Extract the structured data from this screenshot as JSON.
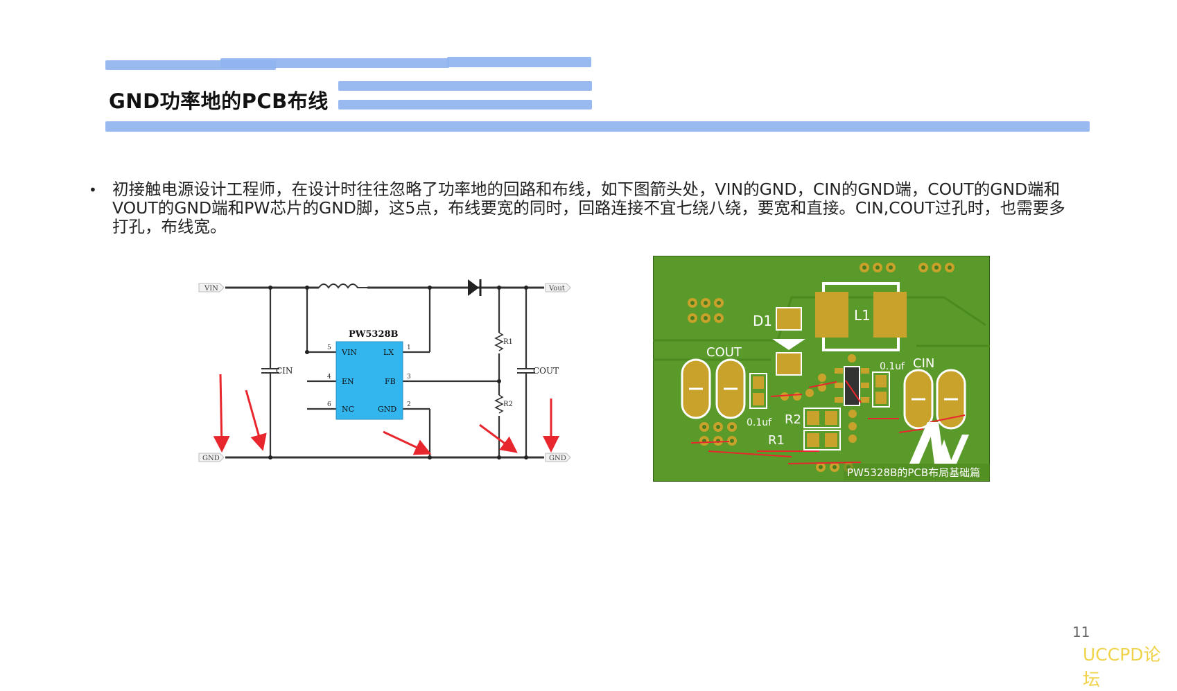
{
  "slide": {
    "title": "GND功率地的PCB布线",
    "paragraph": "初接触电源设计工程师，在设计时往往忽略了功率地的回路和布线，如下图箭头处，VIN的GND，CIN的GND端，COUT的GND端和VOUT的GND端和PW芯片的GND脚，这5点，布线要宽的同时，回路连接不宜七绕八绕，要宽和直接。CIN,COUT过孔时，也需要多打孔，布线宽。",
    "page_number": "11",
    "watermark": "UCCPD论坛",
    "accent_color": "#8fb4f0"
  },
  "schematic": {
    "vin_label": "VIN",
    "vout_label": "Vout",
    "gnd_left_label": "GND",
    "gnd_right_label": "GND",
    "chip_name": "PW5328B",
    "chip_color": "#33b5ee",
    "pins": {
      "p1": "1",
      "p2": "2",
      "p3": "3",
      "p4": "4",
      "p5": "5",
      "p6": "6",
      "vin": "VIN",
      "lx": "LX",
      "en": "EN",
      "fb": "FB",
      "nc": "NC",
      "gnd": "GND"
    },
    "cin_label": "CIN",
    "cout_label": "COUT",
    "r1_label": "R1",
    "r2_label": "R2",
    "arrow_color": "#e8262d"
  },
  "pcb": {
    "board_color": "#5a9a2a",
    "pad_color": "#c8a22a",
    "d1": "D1",
    "l1": "L1",
    "cout": "COUT",
    "cin": "CIN",
    "cap_left": "0.1uf",
    "cap_right": "0.1uf",
    "r1": "R1",
    "r2": "R2",
    "caption": "PW5328B的PCB布局基础篇"
  }
}
